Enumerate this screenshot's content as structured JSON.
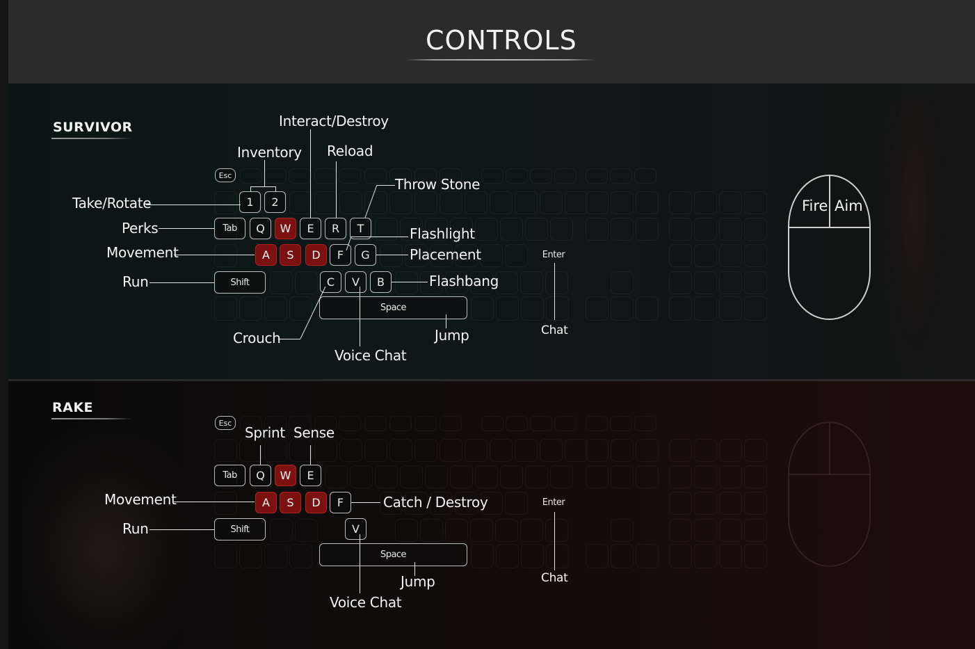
{
  "header": {
    "title": "CONTROLS"
  },
  "survivor": {
    "title": "SURVIVOR",
    "keys": {
      "esc": "Esc",
      "one": "1",
      "two": "2",
      "tab": "Tab",
      "q": "Q",
      "w": "W",
      "e": "E",
      "r": "R",
      "t": "T",
      "a": "A",
      "s": "S",
      "d": "D",
      "f": "F",
      "g": "G",
      "shift": "Shift",
      "c": "C",
      "v": "V",
      "b": "B",
      "space": "Space",
      "enter": "Enter"
    },
    "labels": {
      "interact": "Interact/Destroy",
      "inventory": "Inventory",
      "reload": "Reload",
      "throw": "Throw Stone",
      "take": "Take/Rotate",
      "perks": "Perks",
      "flashlight": "Flashlight",
      "movement": "Movement",
      "placement": "Placement",
      "run": "Run",
      "flashbang": "Flashbang",
      "crouch": "Crouch",
      "jump": "Jump",
      "voice": "Voice Chat",
      "chat": "Chat"
    },
    "mouse": {
      "left": "Fire",
      "right": "Aim"
    }
  },
  "rake": {
    "title": "RAKE",
    "keys": {
      "esc": "Esc",
      "tab": "Tab",
      "q": "Q",
      "w": "W",
      "e": "E",
      "a": "A",
      "s": "S",
      "d": "D",
      "f": "F",
      "shift": "Shift",
      "v": "V",
      "space": "Space",
      "enter": "Enter"
    },
    "labels": {
      "sprint": "Sprint",
      "sense": "Sense",
      "movement": "Movement",
      "catch": "Catch / Destroy",
      "run": "Run",
      "jump": "Jump",
      "voice": "Voice Chat",
      "chat": "Chat"
    }
  },
  "colors": {
    "accent_key": "#7b1111",
    "header_bg": "#2b2b2b"
  }
}
